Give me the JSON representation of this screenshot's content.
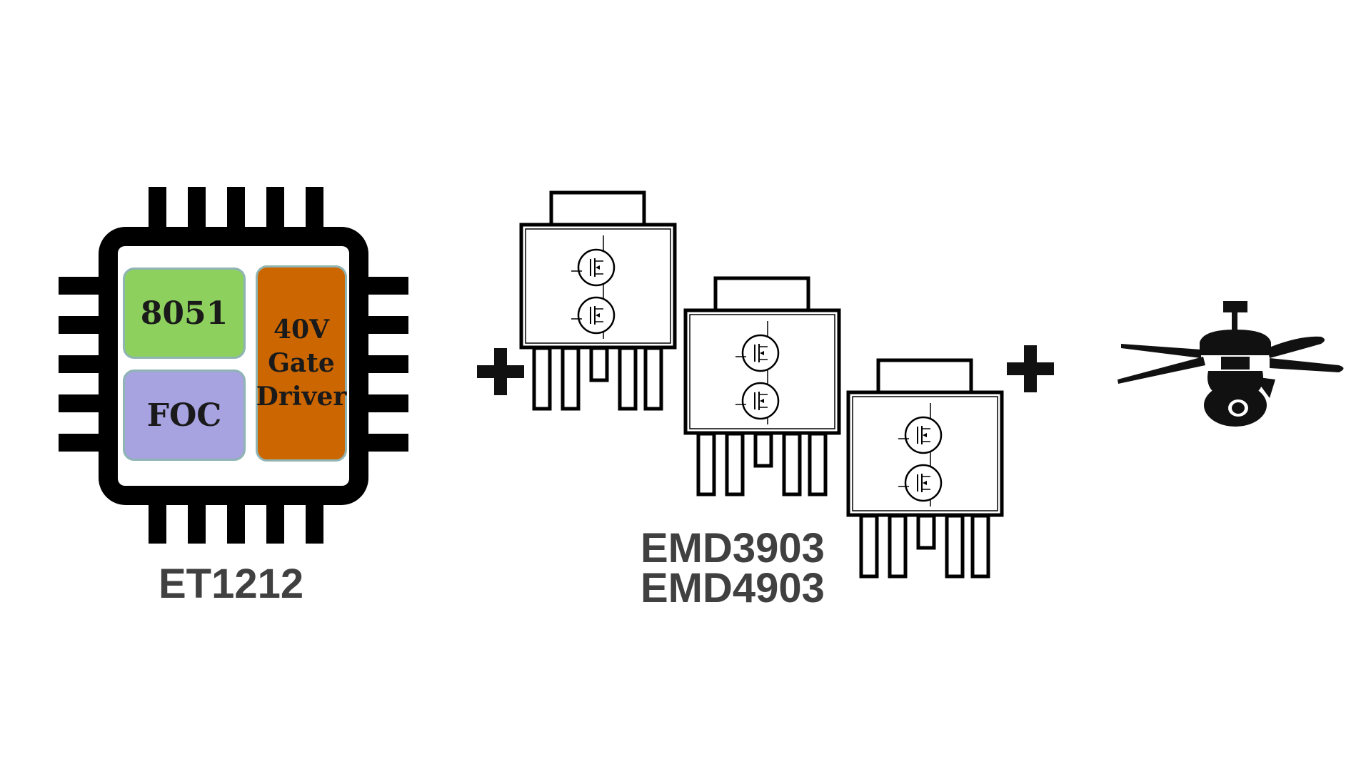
{
  "chip": {
    "block_8051": "8051",
    "block_foc": "FOC",
    "gate_line1": "40V",
    "gate_line2": "Gate",
    "gate_line3": "Driver",
    "part_label": "ET1212",
    "colors": {
      "mcu": "#8dd05e",
      "foc": "#a7a3e0",
      "gate": "#cc6600"
    }
  },
  "mosfets": {
    "part_label_1": "EMD3903",
    "part_label_2": "EMD4903",
    "package_count": 3
  },
  "icons": {
    "plus_1": "plus-icon",
    "plus_2": "plus-icon",
    "fan": "ceiling-fan-icon"
  }
}
